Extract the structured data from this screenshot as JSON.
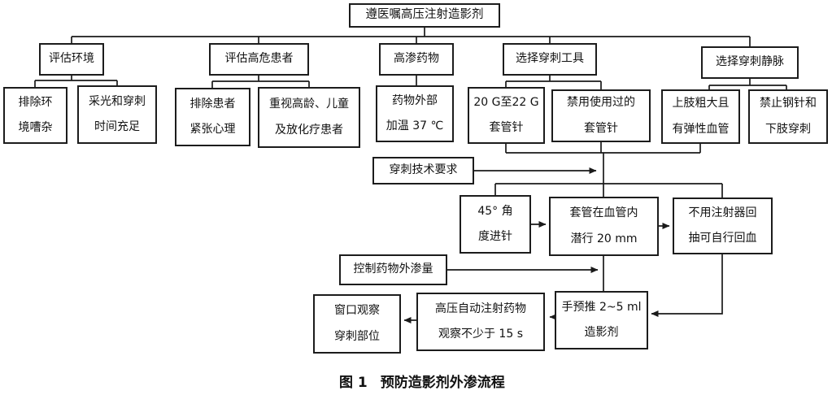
{
  "figure": {
    "caption_prefix": "图 1",
    "caption_title": "预防造影剂外渗流程"
  },
  "colors": {
    "ink": "#1a1a1a",
    "background": "#ffffff"
  },
  "boxes": {
    "root": {
      "lines": [
        "遵医嘱高压注射造影剂"
      ]
    },
    "assess_env": {
      "lines": [
        "评估环境"
      ]
    },
    "assess_high_risk": {
      "lines": [
        "评估高危患者"
      ]
    },
    "hyperosmolar": {
      "lines": [
        "高渗药物"
      ]
    },
    "choose_tool": {
      "lines": [
        "选择穿刺工具"
      ]
    },
    "choose_vein": {
      "lines": [
        "选择穿刺静脉"
      ]
    },
    "exclude_noise": {
      "lines": [
        "排除环",
        "境嘈杂"
      ]
    },
    "lighting_time": {
      "lines": [
        "采光和穿刺",
        "时间充足"
      ]
    },
    "ease_patient": {
      "lines": [
        "排除患者",
        "紧张心理"
      ]
    },
    "attention_groups": {
      "lines": [
        "重视高龄、儿童",
        "及放化疗患者"
      ]
    },
    "warm_drug": {
      "lines": [
        "药物外部",
        "加温 37 ℃"
      ]
    },
    "catheter_2022": {
      "lines": [
        "20 G至22 G",
        "套管针"
      ]
    },
    "no_used_catheter": {
      "lines": [
        "禁用使用过的",
        "套管针"
      ]
    },
    "upper_limb_vein": {
      "lines": [
        "上肢粗大且",
        "有弹性血管"
      ]
    },
    "no_steel_needle": {
      "lines": [
        "禁止钢针和",
        "下肢穿刺"
      ]
    },
    "technique_req": {
      "lines": [
        "穿刺技术要求"
      ]
    },
    "angle_45": {
      "lines": [
        "45° 角",
        "度进针"
      ]
    },
    "catheter_advance": {
      "lines": [
        "套管在血管内",
        "潜行 20 mm"
      ]
    },
    "self_backflow": {
      "lines": [
        "不用注射器回",
        "抽可自行回血"
      ]
    },
    "control_extravasation": {
      "lines": [
        "控制药物外渗量"
      ]
    },
    "window_observe": {
      "lines": [
        "窗口观察",
        "穿刺部位"
      ]
    },
    "high_pressure_inject": {
      "lines": [
        "高压自动注射药物",
        "观察不少于 15 s"
      ]
    },
    "hand_push": {
      "lines": [
        "手预推 2~5 ml",
        "造影剂"
      ]
    }
  }
}
